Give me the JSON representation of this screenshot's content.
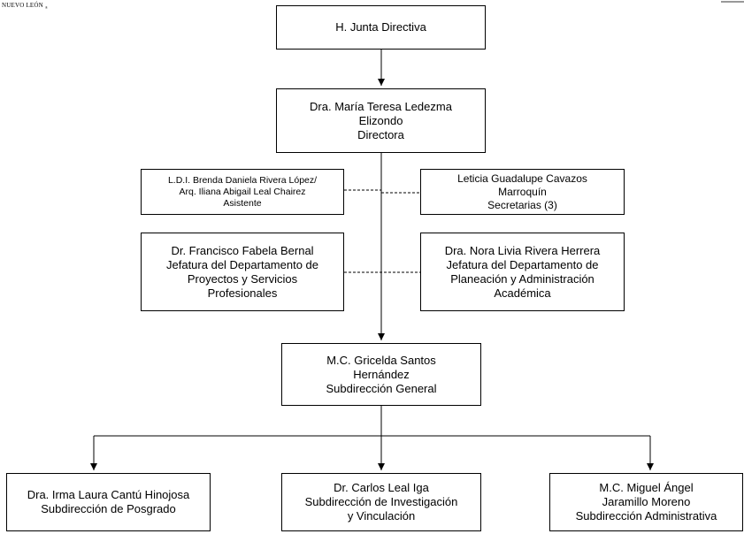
{
  "header": {
    "brand_text": "NUEVO LEÓN",
    "brand_mark": "®"
  },
  "org": {
    "board": {
      "lines": [
        "H. Junta Directiva"
      ]
    },
    "director": {
      "lines": [
        "Dra. María Teresa Ledezma",
        "Elizondo",
        "Directora"
      ]
    },
    "assistant": {
      "lines": [
        "L.D.I. Brenda Daniela Rivera López/",
        "Arq. Iliana Abigail Leal Chairez",
        "Asistente"
      ]
    },
    "secretaries": {
      "lines": [
        "Leticia Guadalupe Cavazos",
        "Marroquín",
        "Secretarias (3)"
      ]
    },
    "projects": {
      "lines": [
        "Dr. Francisco Fabela Bernal",
        "Jefatura del Departamento de",
        "Proyectos y Servicios",
        "Profesionales"
      ]
    },
    "planning": {
      "lines": [
        "Dra. Nora Livia Rivera Herrera",
        "Jefatura del Departamento de",
        "Planeación y Administración",
        "Académica"
      ]
    },
    "subdirector": {
      "lines": [
        "M.C. Gricelda Santos",
        "Hernández",
        "Subdirección General"
      ]
    },
    "postgrad": {
      "lines": [
        "Dra. Irma Laura Cantú Hinojosa",
        "Subdirección de Posgrado"
      ]
    },
    "research": {
      "lines": [
        "Dr. Carlos Leal Iga",
        "Subdirección de Investigación",
        "y Vinculación"
      ]
    },
    "admin": {
      "lines": [
        "M.C. Miguel Ángel",
        "Jaramillo Moreno",
        "Subdirección Administrativa"
      ]
    }
  }
}
